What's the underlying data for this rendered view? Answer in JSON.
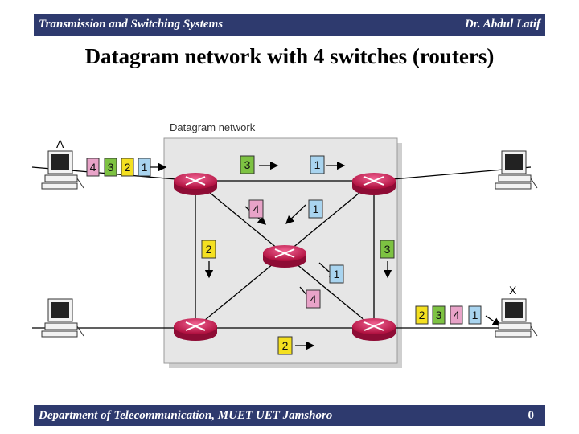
{
  "header": {
    "course": "Transmission and Switching Systems",
    "author": "Dr. Abdul Latif"
  },
  "slide": {
    "title": "Datagram network with 4 switches (routers)"
  },
  "diagram": {
    "network_label": "Datagram network",
    "host_a_label": "A",
    "host_x_label": "X",
    "source_queue": [
      "4",
      "3",
      "2",
      "1"
    ],
    "dest_queue": [
      "2",
      "3",
      "4",
      "1"
    ],
    "packets_in_transit": [
      "3",
      "1",
      "4",
      "1",
      "2",
      "3",
      "1",
      "4",
      "2"
    ],
    "colors": {
      "packet_1": "#a9d4ef",
      "packet_2": "#f4e020",
      "packet_3": "#7dc242",
      "packet_4": "#e8a3c8",
      "router": "#d4145a",
      "network_box": "#e6e6e6"
    }
  },
  "footer": {
    "department": "Department of Telecommunication, MUET UET Jamshoro",
    "page_number": "0"
  }
}
